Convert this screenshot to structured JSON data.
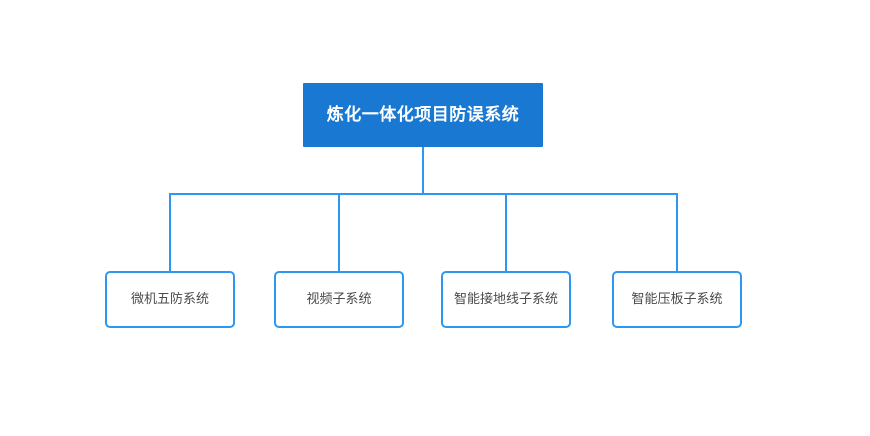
{
  "diagram": {
    "type": "org-chart-tree",
    "root": {
      "label": "炼化一体化项目防误系统"
    },
    "children": [
      {
        "label": "微机五防系统"
      },
      {
        "label": "视频子系统"
      },
      {
        "label": "智能接地线子系统"
      },
      {
        "label": "智能压板子系统"
      }
    ],
    "colors": {
      "background": "#ffffff",
      "root_fill": "#1878d2",
      "root_text": "#ffffff",
      "connector": "#2e97f0",
      "child_fill": "#ffffff",
      "child_text": "#4a4a4a"
    }
  }
}
